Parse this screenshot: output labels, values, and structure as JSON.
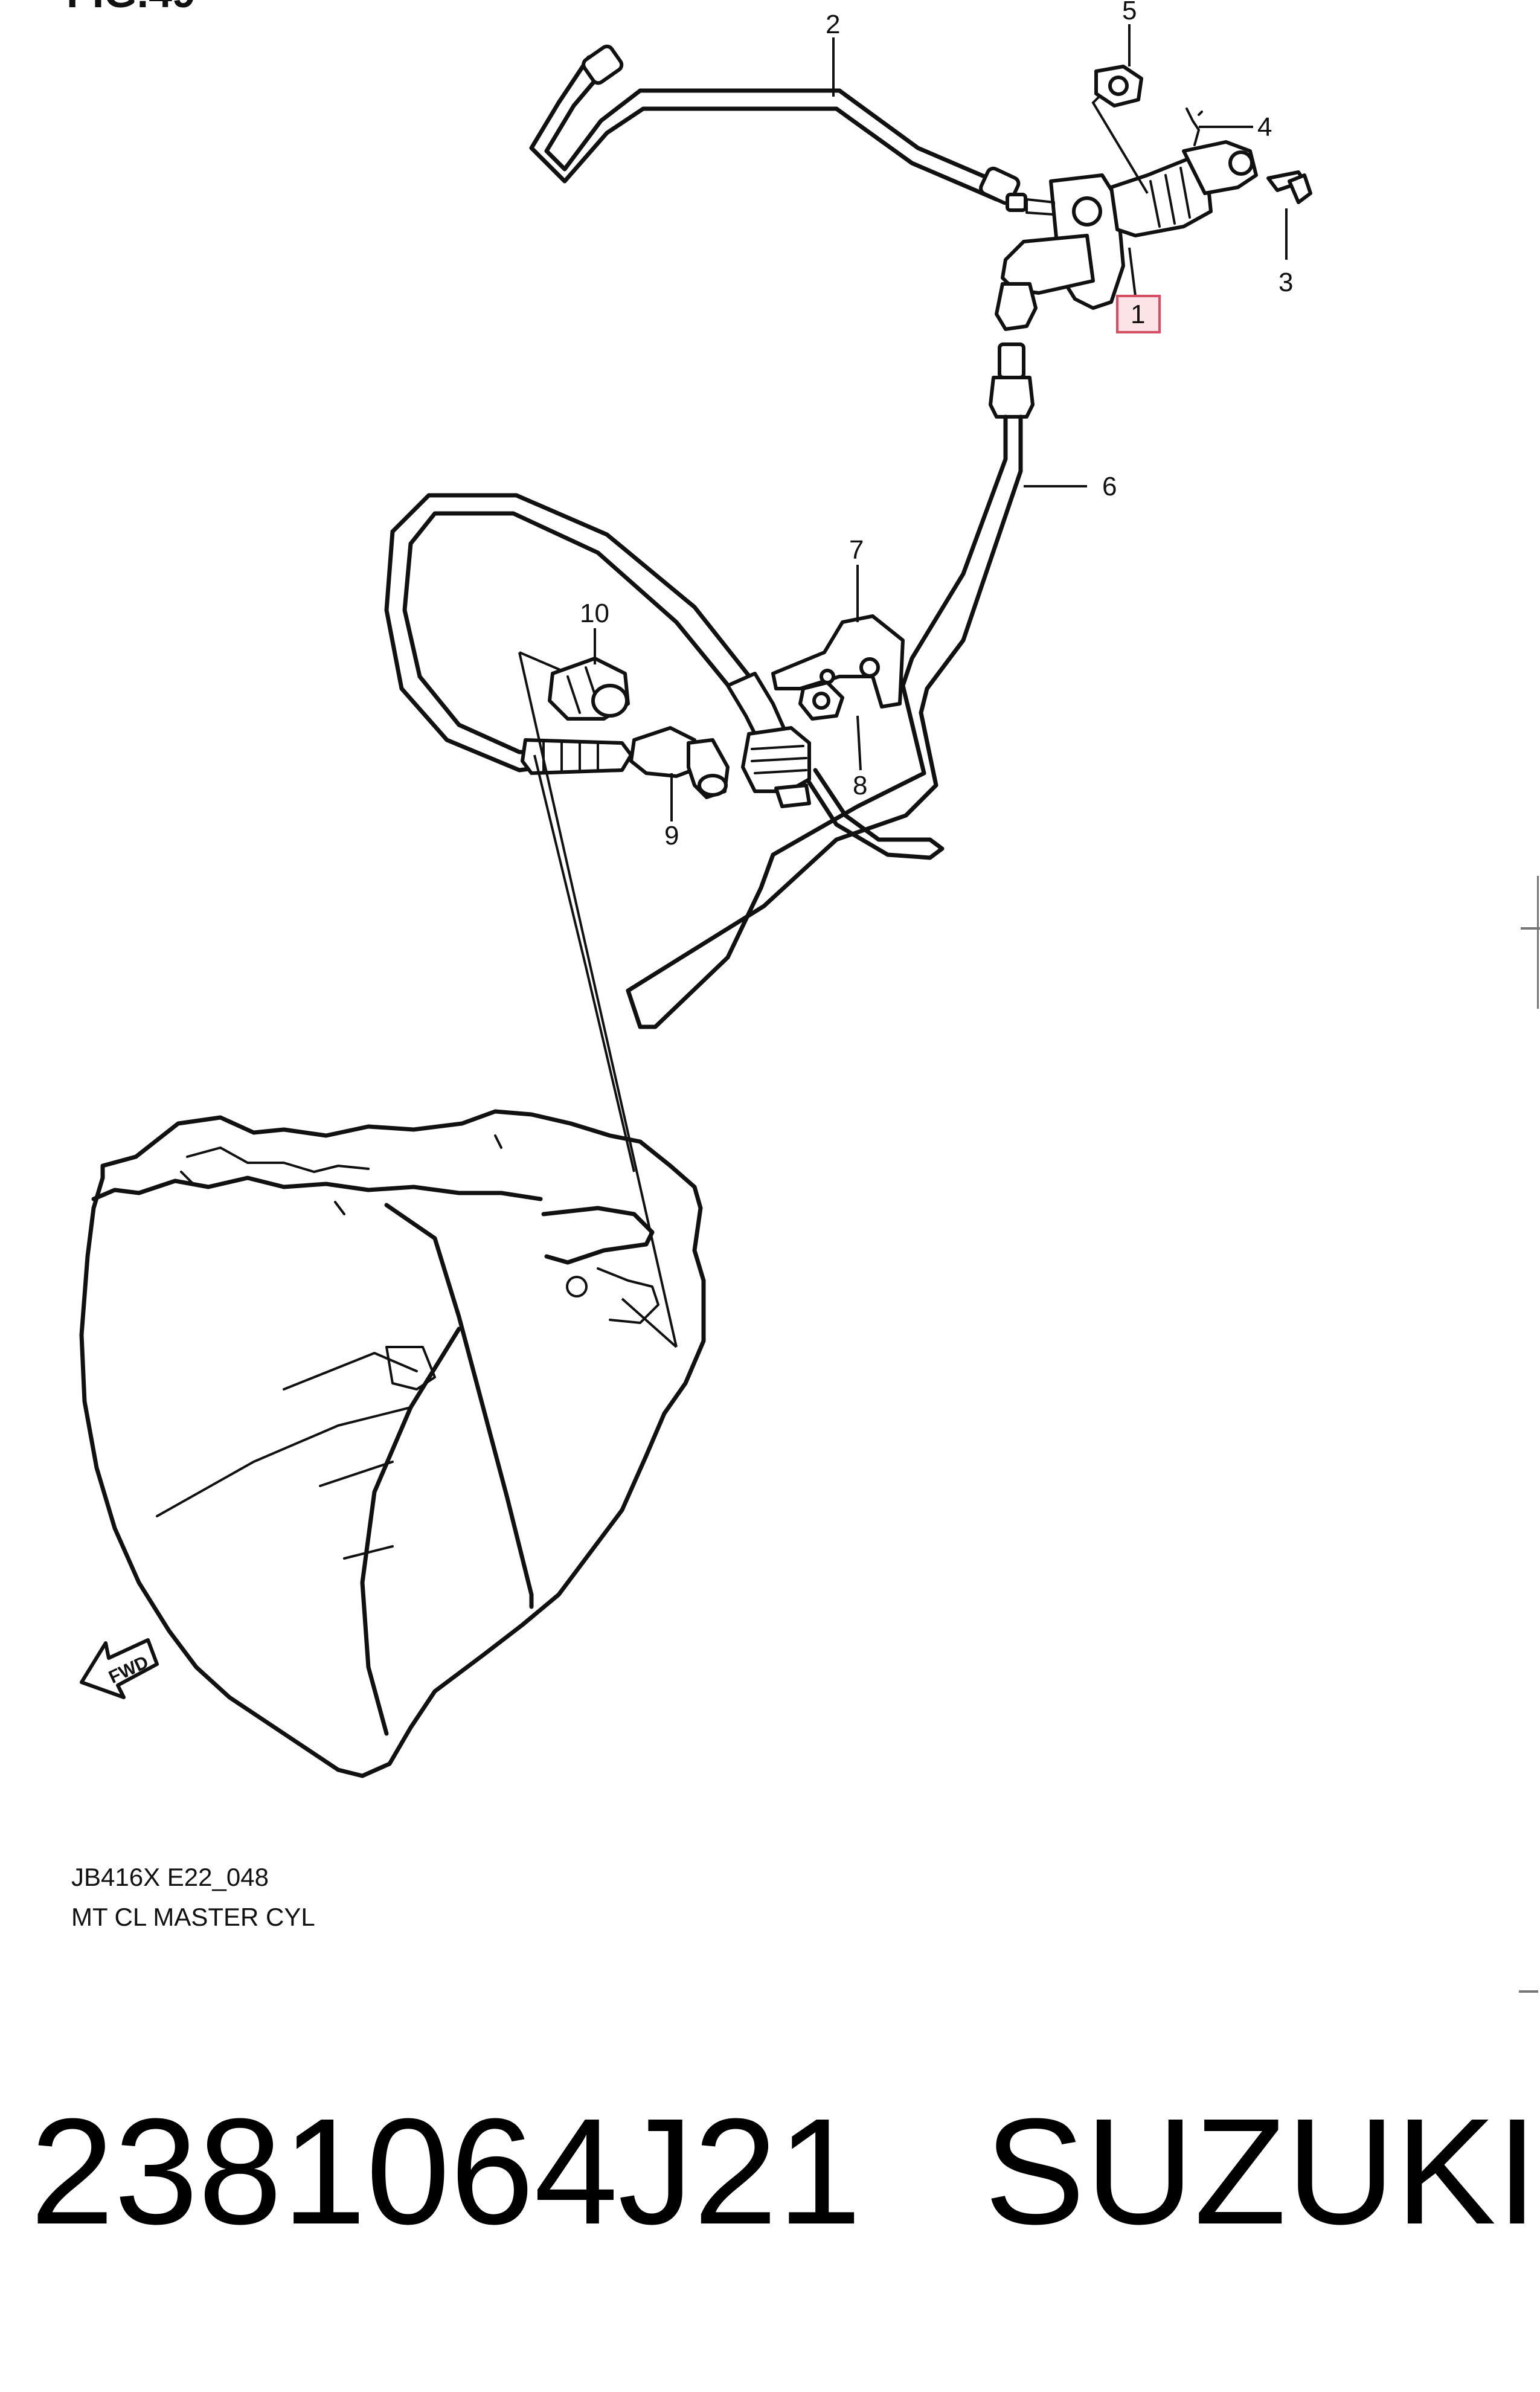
{
  "figure": {
    "title": "FIG.49",
    "callouts": [
      "1",
      "2",
      "3",
      "4",
      "5",
      "6",
      "7",
      "8",
      "9",
      "10"
    ],
    "highlighted_callout": "1",
    "highlight_color": "#e0495e",
    "fwd_label": "FWD"
  },
  "caption": {
    "code": "JB416X E22_048",
    "name": "MT CL MASTER CYL"
  },
  "product": {
    "part_number": "2381064J21",
    "brand": "SUZUKI"
  }
}
